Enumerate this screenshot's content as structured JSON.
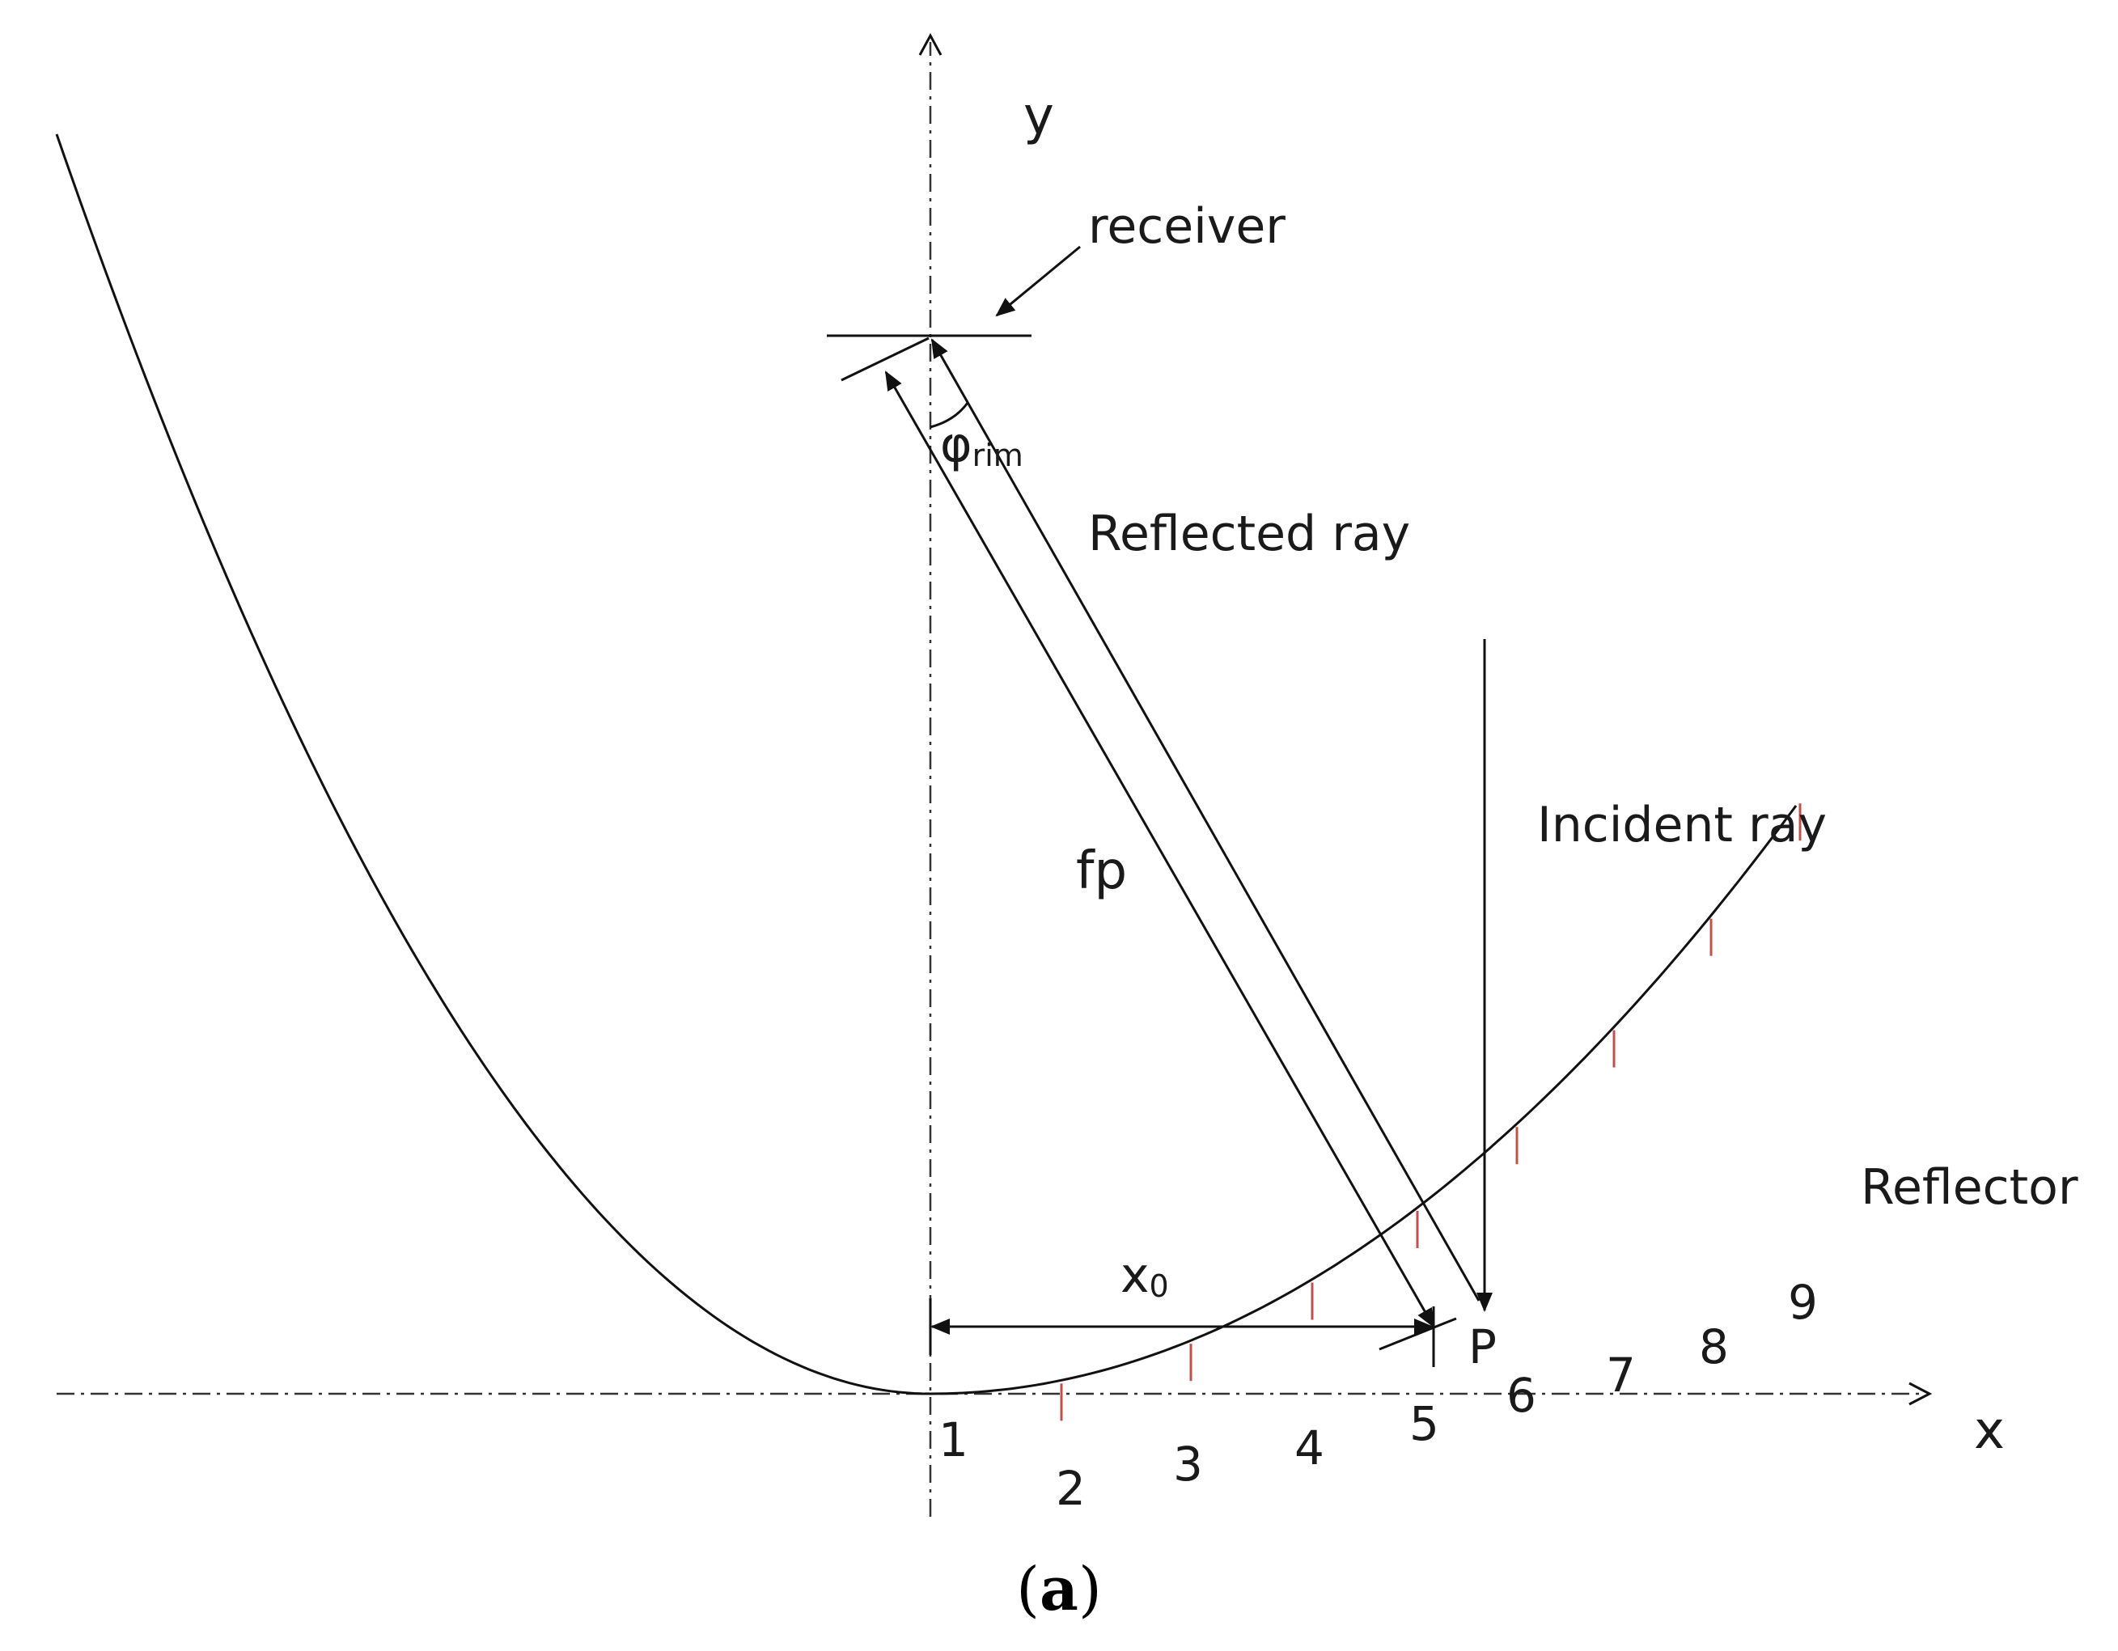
{
  "diagram": {
    "axis_x_label": "x",
    "axis_y_label": "y",
    "receiver_label": "receiver",
    "rim_angle_symbol": "φ",
    "rim_angle_subscript": "rim",
    "reflected_ray_label": "Reflected ray",
    "incident_ray_label": "Incident ray",
    "focal_distance_label": "fp",
    "x0_symbol": "x",
    "x0_subscript": "0",
    "point_label": "P",
    "reflector_label": "Reflector",
    "segment_labels": [
      "1",
      "2",
      "3",
      "4",
      "5",
      "6",
      "7",
      "8",
      "9"
    ]
  },
  "caption": {
    "open": "(",
    "letter": "a",
    "close": ")"
  },
  "colors": {
    "line": "#111111",
    "tick_marks": "#c0504d"
  }
}
